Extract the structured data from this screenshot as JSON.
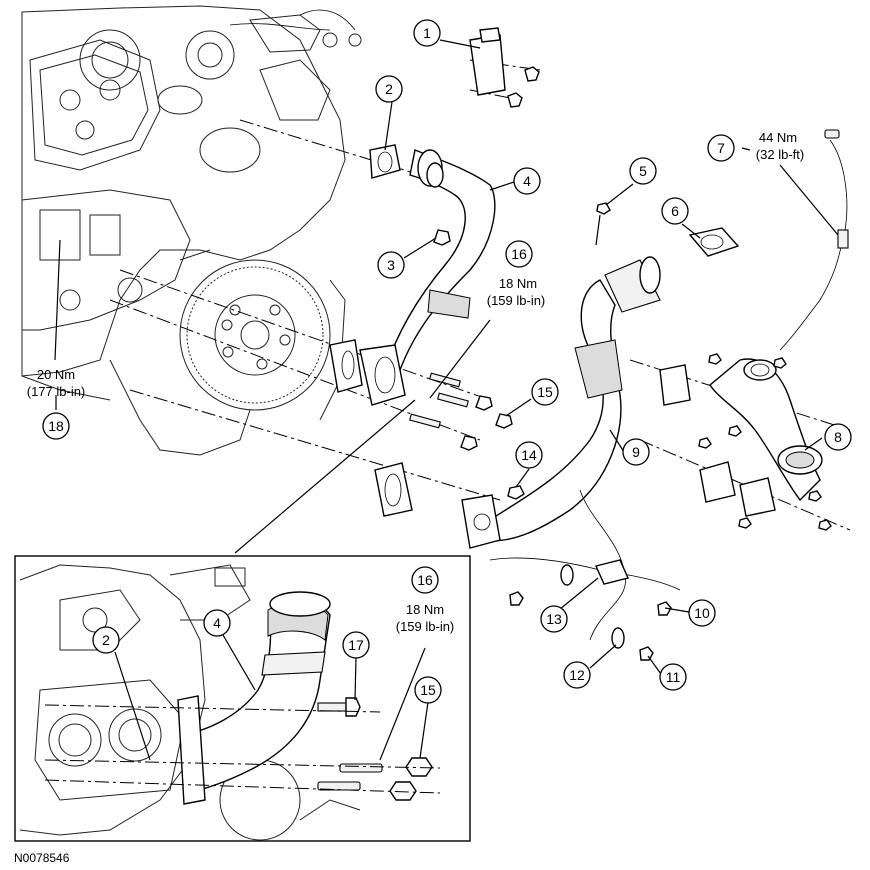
{
  "figure_id": "N0078546",
  "callouts": [
    {
      "num": "1"
    },
    {
      "num": "2"
    },
    {
      "num": "3"
    },
    {
      "num": "4"
    },
    {
      "num": "5"
    },
    {
      "num": "6"
    },
    {
      "num": "7"
    },
    {
      "num": "8"
    },
    {
      "num": "9"
    },
    {
      "num": "10"
    },
    {
      "num": "11"
    },
    {
      "num": "12"
    },
    {
      "num": "13"
    },
    {
      "num": "14"
    },
    {
      "num": "15"
    },
    {
      "num": "16"
    },
    {
      "num": "18"
    }
  ],
  "inset_callouts": [
    {
      "num": "2"
    },
    {
      "num": "4"
    },
    {
      "num": "15"
    },
    {
      "num": "16"
    },
    {
      "num": "17"
    }
  ],
  "torque_specs": {
    "item7": {
      "line1": "44 Nm",
      "line2": "(32 lb-ft)"
    },
    "item16": {
      "line1": "18 Nm",
      "line2": "(159 lb-in)"
    },
    "item18": {
      "line1": "20 Nm",
      "line2": "(177 lb-in)"
    },
    "inset16": {
      "line1": "18 Nm",
      "line2": "(159 lb-in)"
    }
  }
}
